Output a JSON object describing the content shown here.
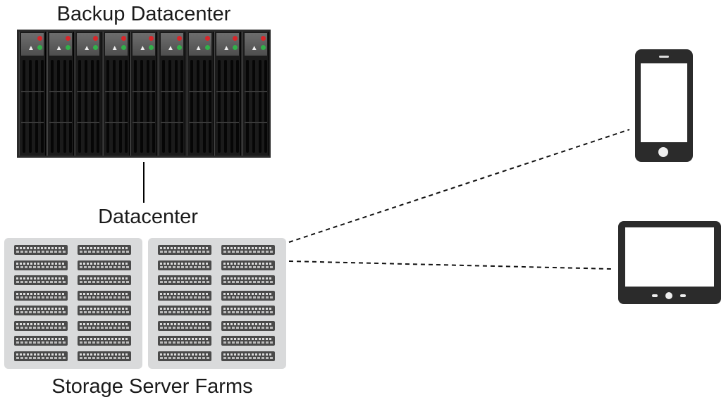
{
  "labels": {
    "backup_datacenter": "Backup Datacenter",
    "datacenter": "Datacenter",
    "storage_server_farms": "Storage Server Farms"
  },
  "icons": {
    "backup_rack": "server-rack-icon",
    "storage_farm": "storage-server-icon",
    "phone": "smartphone-icon",
    "tablet": "tablet-icon"
  },
  "colors": {
    "rack_body": "#2a2a2a",
    "led_red": "#d8262a",
    "led_green": "#32b14a",
    "farm_background": "#d9dadb",
    "device_body": "#2b2b2b"
  }
}
